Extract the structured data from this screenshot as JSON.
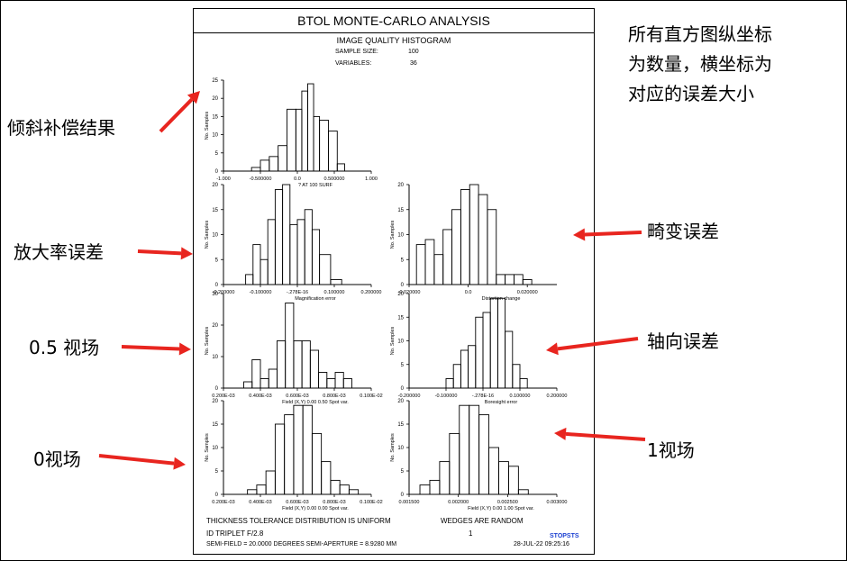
{
  "page": {
    "title": "BTOL MONTE-CARLO ANALYSIS",
    "subtitle": "IMAGE QUALITY HISTOGRAM",
    "sample_size_label": "SAMPLE SIZE:",
    "sample_size_value": "100",
    "variables_label": "VARIABLES:",
    "variables_value": "36",
    "footer_distribution": "THICKNESS TOLERANCE DISTRIBUTION IS UNIFORM",
    "footer_wedges": "WEDGES ARE RANDOM",
    "footer_lens": "ID TRIPLET F/2.8",
    "footer_count": "1",
    "footer_semi": "SEMI-FIELD =   20.0000 DEGREES   SEMI-APERTURE =   8.9280 MM",
    "footer_logo": "STOPSTS",
    "footer_date": "28-JUL-22   09:25:16",
    "logo_color": "#1a3fd1"
  },
  "annotations": {
    "tilt": "倾斜补偿结果",
    "magnification": "放大率误差",
    "distortion": "畸变误差",
    "field05": "0.5 视场",
    "axial": "轴向误差",
    "field0": "0视场",
    "field1": "1视场",
    "note_line1": "所有直方图纵坐标",
    "note_line2": "为数量，横坐标为",
    "note_line3": "对应的误差大小",
    "arrow_color": "#e8251f"
  },
  "chart_data": [
    {
      "id": "tilt",
      "type": "bar",
      "ylabel": "No. Samples",
      "xlabel": "? AT 100 SURF",
      "xlim": [
        -1.0,
        1.0
      ],
      "ylim": [
        0,
        25
      ],
      "yticks": [
        "0",
        "5",
        "10",
        "15",
        "20",
        "25"
      ],
      "xticks": [
        {
          "v": -1.0,
          "l": "-1.000"
        },
        {
          "v": -0.5,
          "l": "-0.500000"
        },
        {
          "v": 0.0,
          "l": "0.0"
        },
        {
          "v": 0.5,
          "l": "0.500000"
        },
        {
          "v": 1.0,
          "l": "1.000"
        }
      ],
      "bin_edges": [
        -0.62,
        -0.5,
        -0.38,
        -0.26,
        -0.14,
        -0.02,
        0.06,
        0.14,
        0.22,
        0.3,
        0.42,
        0.54,
        0.64
      ],
      "values": [
        1,
        3,
        4,
        7,
        17,
        17,
        22,
        24,
        15,
        14,
        11,
        2
      ]
    },
    {
      "id": "magnification",
      "type": "bar",
      "ylabel": "No. Samples",
      "xlabel": "Magnification error",
      "xlim": [
        -0.2,
        0.2
      ],
      "ylim": [
        0,
        20
      ],
      "yticks": [
        "0",
        "5",
        "10",
        "15",
        "20"
      ],
      "xticks": [
        {
          "v": -0.2,
          "l": "-0.200000"
        },
        {
          "v": -0.1,
          "l": "-0.100000"
        },
        {
          "v": 0.0,
          "l": "-.278E-16"
        },
        {
          "v": 0.1,
          "l": "0.100000"
        },
        {
          "v": 0.2,
          "l": "0.200000"
        }
      ],
      "bin_edges": [
        -0.14,
        -0.12,
        -0.1,
        -0.08,
        -0.06,
        -0.04,
        -0.02,
        0.0,
        0.02,
        0.04,
        0.06,
        0.09,
        0.12
      ],
      "values": [
        2,
        8,
        5,
        13,
        19,
        20,
        12,
        13,
        15,
        11,
        6,
        1
      ]
    },
    {
      "id": "distortion",
      "type": "bar",
      "ylabel": "No. Samples",
      "xlabel": "Distortion change",
      "xlim": [
        -0.02,
        0.03
      ],
      "ylim": [
        0,
        20
      ],
      "yticks": [
        "0",
        "5",
        "10",
        "15",
        "20"
      ],
      "xticks": [
        {
          "v": -0.02,
          "l": "-0.020000"
        },
        {
          "v": 0.0,
          "l": "0.0"
        },
        {
          "v": 0.02,
          "l": "0.020000"
        }
      ],
      "bin_edges": [
        -0.0175,
        -0.0145,
        -0.0115,
        -0.0085,
        -0.0055,
        -0.0025,
        0.0005,
        0.0035,
        0.0065,
        0.0095,
        0.0125,
        0.0155,
        0.0185,
        0.0215
      ],
      "values": [
        8,
        9,
        6,
        11,
        15,
        19,
        20,
        18,
        15,
        2,
        2,
        2,
        1
      ]
    },
    {
      "id": "field05",
      "type": "bar",
      "ylabel": "No. Samples",
      "xlabel": "Field (X,Y)  0.00  0.50   Spot var.",
      "xlim": [
        0.0002,
        0.001
      ],
      "ylim": [
        0,
        30
      ],
      "yticks": [
        "0",
        "10",
        "20",
        "30"
      ],
      "xticks": [
        {
          "v": 0.0002,
          "l": "0.200E-03"
        },
        {
          "v": 0.0004,
          "l": "0.400E-03"
        },
        {
          "v": 0.0006,
          "l": "0.600E-03"
        },
        {
          "v": 0.0008,
          "l": "0.800E-03"
        },
        {
          "v": 0.001,
          "l": "0.100E-02"
        }
      ],
      "bin_edges": [
        0.00031,
        0.000355,
        0.0004,
        0.000445,
        0.00049,
        0.000535,
        0.00058,
        0.000625,
        0.00067,
        0.000715,
        0.00076,
        0.000805,
        0.00085,
        0.000895
      ],
      "values": [
        2,
        9,
        3,
        6,
        15,
        27,
        15,
        15,
        12,
        5,
        3,
        5,
        3
      ]
    },
    {
      "id": "axial",
      "type": "bar",
      "ylabel": "No. Samples",
      "xlabel": "Boresight error",
      "xlim": [
        -0.2,
        0.2
      ],
      "ylim": [
        0,
        20
      ],
      "yticks": [
        "0",
        "5",
        "10",
        "15",
        "20"
      ],
      "xticks": [
        {
          "v": -0.2,
          "l": "-0.200000"
        },
        {
          "v": -0.1,
          "l": "-0.100000"
        },
        {
          "v": 0.0,
          "l": "-.278E-16"
        },
        {
          "v": 0.1,
          "l": "0.100000"
        },
        {
          "v": 0.2,
          "l": "0.200000"
        }
      ],
      "bin_edges": [
        -0.1,
        -0.08,
        -0.06,
        -0.04,
        -0.02,
        0.0,
        0.02,
        0.04,
        0.06,
        0.08,
        0.1,
        0.12
      ],
      "values": [
        2,
        5,
        8,
        9,
        15,
        16,
        19,
        19,
        12,
        5,
        2
      ]
    },
    {
      "id": "field0",
      "type": "bar",
      "ylabel": "No. Samples",
      "xlabel": "Field (X,Y)  0.00  0.00   Spot var.",
      "xlim": [
        0.0002,
        0.001
      ],
      "ylim": [
        0,
        20
      ],
      "yticks": [
        "0",
        "5",
        "10",
        "15",
        "20"
      ],
      "xticks": [
        {
          "v": 0.0002,
          "l": "0.200E-03"
        },
        {
          "v": 0.0004,
          "l": "0.400E-03"
        },
        {
          "v": 0.0006,
          "l": "0.600E-03"
        },
        {
          "v": 0.0008,
          "l": "0.800E-03"
        },
        {
          "v": 0.001,
          "l": "0.100E-02"
        }
      ],
      "bin_edges": [
        0.00033,
        0.00038,
        0.00043,
        0.00048,
        0.00053,
        0.00058,
        0.00063,
        0.00068,
        0.00073,
        0.00078,
        0.00083,
        0.00088,
        0.00093
      ],
      "values": [
        1,
        2,
        5,
        15,
        17,
        19,
        19,
        13,
        7,
        3,
        2,
        1
      ]
    },
    {
      "id": "field1",
      "type": "bar",
      "ylabel": "No. Samples",
      "xlabel": "Field (X,Y)  0.00  1.00   Spot var.",
      "xlim": [
        0.0015,
        0.003
      ],
      "ylim": [
        0,
        20
      ],
      "yticks": [
        "0",
        "5",
        "10",
        "15",
        "20"
      ],
      "xticks": [
        {
          "v": 0.0015,
          "l": "0.001500"
        },
        {
          "v": 0.002,
          "l": "0.002000"
        },
        {
          "v": 0.0025,
          "l": "0.002500"
        },
        {
          "v": 0.003,
          "l": "0.003000"
        }
      ],
      "bin_edges": [
        0.00161,
        0.00171,
        0.00181,
        0.00191,
        0.00201,
        0.00211,
        0.00221,
        0.00231,
        0.00241,
        0.00251,
        0.00261,
        0.00271
      ],
      "values": [
        2,
        3,
        7,
        13,
        19,
        19,
        17,
        10,
        7,
        6,
        1
      ]
    }
  ]
}
